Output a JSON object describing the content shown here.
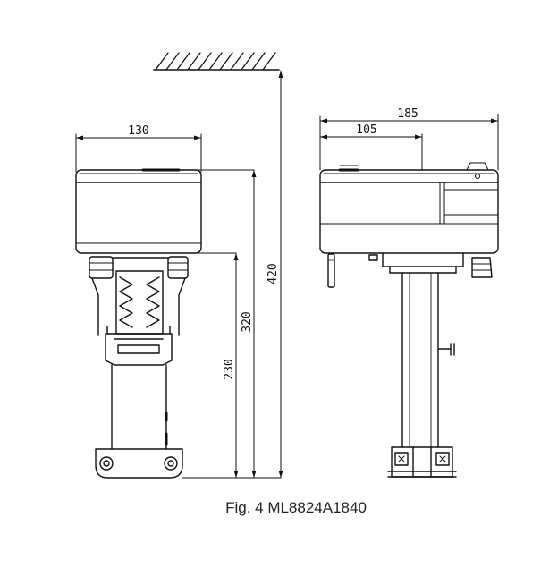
{
  "dimensions": {
    "front_width": "130",
    "total_height": "420",
    "height_320": "320",
    "height_230": "230",
    "side_width_185": "185",
    "side_width_105": "105"
  },
  "caption": "Fig. 4 ML8824A1840"
}
